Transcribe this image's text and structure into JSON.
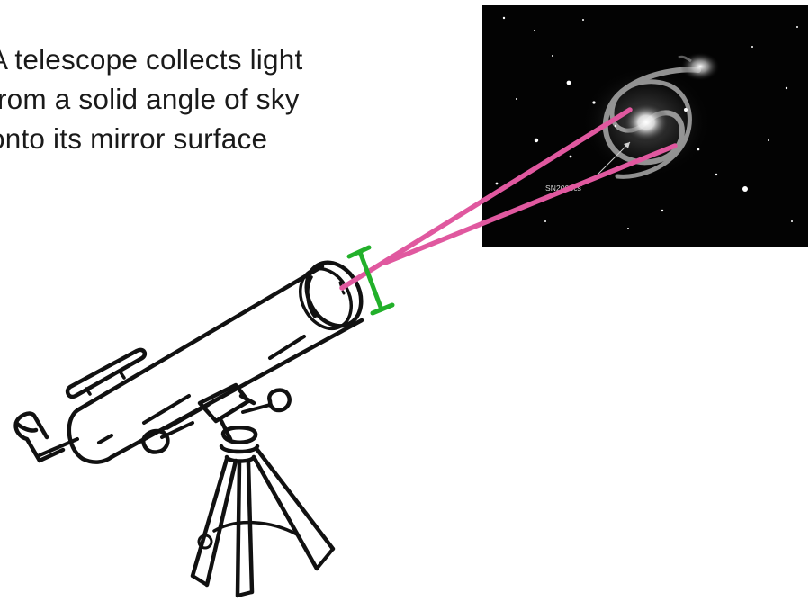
{
  "caption": {
    "lines": [
      "A telescope collects light",
      "from a solid angle of sky",
      "onto its mirror surface"
    ]
  },
  "galaxy_photo": {
    "annotation_label": "SN2005cs"
  },
  "colors": {
    "light_cone": "#e0589f",
    "aperture_marker": "#22b02a",
    "photo_background": "#030303",
    "ink": "#111111"
  }
}
